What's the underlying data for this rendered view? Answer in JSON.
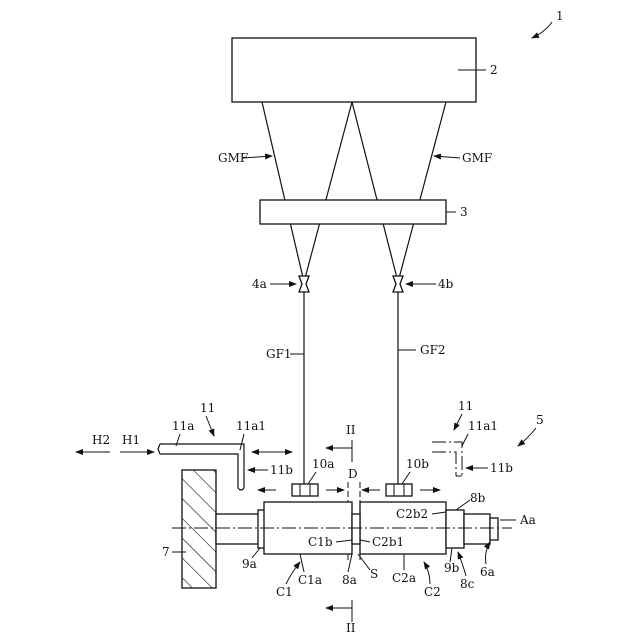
{
  "labels": {
    "fig_ref": "1",
    "box_2": "2",
    "box_3": "3",
    "gmf_left": "GMF",
    "gmf_right": "GMF",
    "guide_4a": "4a",
    "guide_4b": "4b",
    "gf1": "GF1",
    "gf2": "GF2",
    "l11_left": "11",
    "l11a_left": "11a",
    "l11a1_left": "11a1",
    "l11b_left": "11b",
    "l11_right": "11",
    "l11a1_right": "11a1",
    "l11b_right": "11b",
    "l5": "5",
    "h2": "H2",
    "h1": "H1",
    "roman_top": "II",
    "roman_bottom": "II",
    "l10a": "10a",
    "l10b": "10b",
    "lD": "D",
    "l8b": "8b",
    "lC2b2": "C2b2",
    "lAa": "Aa",
    "l7": "7",
    "l9a": "9a",
    "lC1b": "C1b",
    "lC2b1": "C2b1",
    "lC1a": "C1a",
    "l8a": "8a",
    "lS": "S",
    "lC2a": "C2a",
    "l9b": "9b",
    "l6a": "6a",
    "lC1": "C1",
    "lC2": "C2",
    "l8c": "8c"
  }
}
